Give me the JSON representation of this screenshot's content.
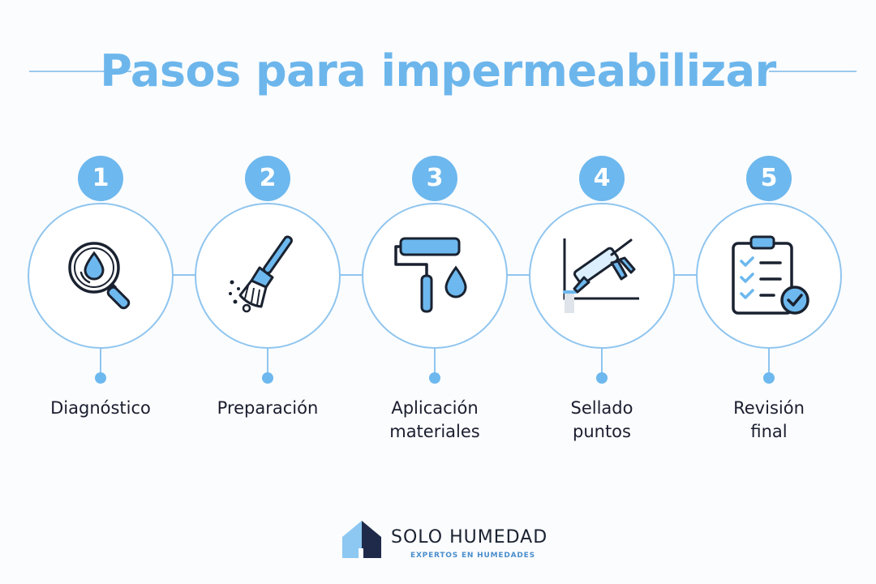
{
  "title": "Pasos para impermeabilizar",
  "colors": {
    "accent": "#6cb6ec",
    "outline": "#1a2230",
    "line": "#8fc5ef"
  },
  "steps": [
    {
      "number": "1",
      "label": "Diagnóstico",
      "icon": "magnifier-water-drop-icon"
    },
    {
      "number": "2",
      "label": "Preparación",
      "icon": "broom-icon"
    },
    {
      "number": "3",
      "label": "Aplicación\nmateriales",
      "icon": "paint-roller-drop-icon"
    },
    {
      "number": "4",
      "label": "Sellado\npuntos",
      "icon": "caulking-gun-icon"
    },
    {
      "number": "5",
      "label": "Revisión\nfinal",
      "icon": "checklist-clipboard-icon"
    }
  ],
  "brand": {
    "name": "SOLO HUMEDAD",
    "tagline": "EXPERTOS EN HUMEDADES",
    "icon": "house-logo-icon"
  }
}
